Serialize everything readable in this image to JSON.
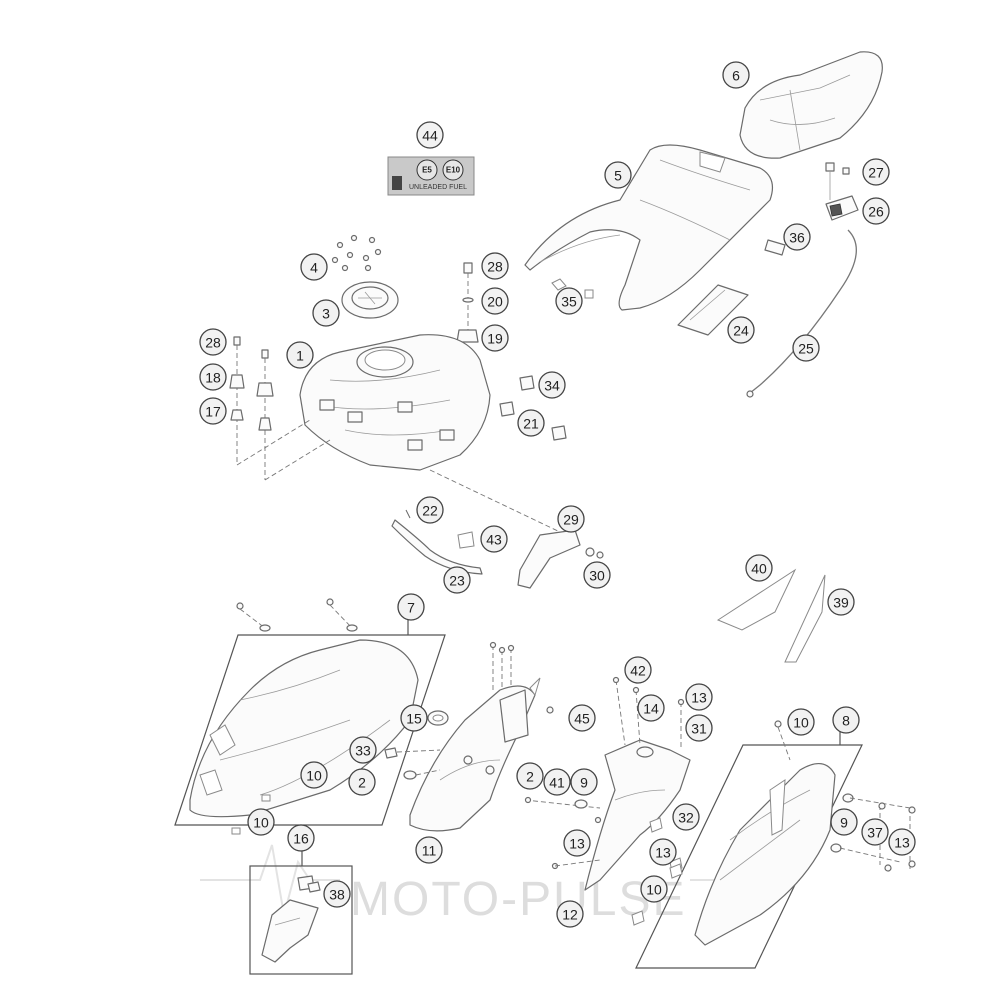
{
  "fuel_label": {
    "badge_e5": "E5",
    "badge_e10": "E10",
    "text": "UNLEADED FUEL"
  },
  "watermark": {
    "text": "MOTO-PULSE"
  },
  "callouts": [
    {
      "id": "c44a",
      "label": "44"
    },
    {
      "id": "c6",
      "label": "6"
    },
    {
      "id": "c5",
      "label": "5"
    },
    {
      "id": "c27",
      "label": "27"
    },
    {
      "id": "c26",
      "label": "26"
    },
    {
      "id": "c36",
      "label": "36"
    },
    {
      "id": "c4",
      "label": "4"
    },
    {
      "id": "c28a",
      "label": "28"
    },
    {
      "id": "c20",
      "label": "20"
    },
    {
      "id": "c3",
      "label": "3"
    },
    {
      "id": "c19",
      "label": "19"
    },
    {
      "id": "c35",
      "label": "35"
    },
    {
      "id": "c24",
      "label": "24"
    },
    {
      "id": "c25",
      "label": "25"
    },
    {
      "id": "c28b",
      "label": "28"
    },
    {
      "id": "c1",
      "label": "1"
    },
    {
      "id": "c18",
      "label": "18"
    },
    {
      "id": "c17",
      "label": "17"
    },
    {
      "id": "c34",
      "label": "34"
    },
    {
      "id": "c21",
      "label": "21"
    },
    {
      "id": "c22",
      "label": "22"
    },
    {
      "id": "c29",
      "label": "29"
    },
    {
      "id": "c43",
      "label": "43"
    },
    {
      "id": "c23",
      "label": "23"
    },
    {
      "id": "c30",
      "label": "30"
    },
    {
      "id": "c40",
      "label": "40"
    },
    {
      "id": "c39",
      "label": "39"
    },
    {
      "id": "c7",
      "label": "7"
    },
    {
      "id": "c42",
      "label": "42"
    },
    {
      "id": "c13a",
      "label": "13"
    },
    {
      "id": "c14",
      "label": "14"
    },
    {
      "id": "c15",
      "label": "15"
    },
    {
      "id": "c45",
      "label": "45"
    },
    {
      "id": "c31",
      "label": "31"
    },
    {
      "id": "c10a",
      "label": "10"
    },
    {
      "id": "c8",
      "label": "8"
    },
    {
      "id": "c33",
      "label": "33"
    },
    {
      "id": "c10b",
      "label": "10"
    },
    {
      "id": "c2a",
      "label": "2"
    },
    {
      "id": "c2b",
      "label": "2"
    },
    {
      "id": "c41",
      "label": "41"
    },
    {
      "id": "c9a",
      "label": "9"
    },
    {
      "id": "c32",
      "label": "32"
    },
    {
      "id": "c10c",
      "label": "10"
    },
    {
      "id": "c9b",
      "label": "9"
    },
    {
      "id": "c37",
      "label": "37"
    },
    {
      "id": "c13b",
      "label": "13"
    },
    {
      "id": "c11",
      "label": "11"
    },
    {
      "id": "c13c",
      "label": "13"
    },
    {
      "id": "c13d",
      "label": "13"
    },
    {
      "id": "c16",
      "label": "16"
    },
    {
      "id": "c10d",
      "label": "10"
    },
    {
      "id": "c38",
      "label": "38"
    },
    {
      "id": "c12",
      "label": "12"
    }
  ]
}
